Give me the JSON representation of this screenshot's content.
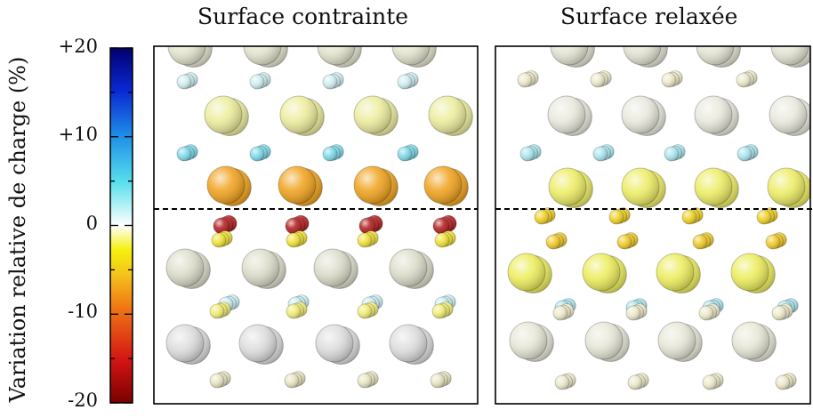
{
  "panels": [
    {
      "title": "Surface contrainte",
      "atoms": []
    },
    {
      "title": "Surface relaxée",
      "atoms": []
    }
  ],
  "colorbar": {
    "label": "Variation relative de charge (%)",
    "ticks": [
      "+20",
      "+10",
      "0",
      "-10",
      "-20"
    ],
    "range": [
      -20,
      20
    ],
    "stops": [
      "#7a0000",
      "#d21414",
      "#f07814",
      "#f4c21c",
      "#f4f00c",
      "#ffffff",
      "#5ae0ec",
      "#1e90e8",
      "#0a28d2",
      "#000070"
    ]
  },
  "atoms": {
    "contrainte": {
      "large_rows": [
        {
          "color": "#e4e4ce",
          "partial": true
        },
        {
          "color": "#ecec9a"
        },
        {
          "color": "#f0a018"
        },
        {
          "color": "#dcdcca"
        },
        {
          "color": "#dcdcdc"
        }
      ],
      "small_rows": [
        {
          "color": "#ceeef2"
        },
        {
          "color": "#7ad8e8"
        },
        {
          "color": "#b01818"
        },
        {
          "color": "#f0e030"
        },
        {
          "color": "#c8eef4"
        },
        {
          "color": "#f0ec70"
        },
        {
          "color": "#e8e4c0"
        }
      ]
    },
    "relaxee": {
      "large_rows": [
        {
          "color": "#e4e4d4",
          "partial": true
        },
        {
          "color": "#e8e8dc"
        },
        {
          "color": "#ecec60"
        },
        {
          "color": "#ecec58"
        },
        {
          "color": "#e6e6d6"
        }
      ],
      "small_rows": [
        {
          "color": "#ece8c8"
        },
        {
          "color": "#a8e4ee"
        },
        {
          "color": "#f0d020"
        },
        {
          "color": "#f0c820"
        },
        {
          "color": "#a8e4ee"
        },
        {
          "color": "#ece8c8"
        },
        {
          "color": "#ece8c8"
        }
      ]
    }
  }
}
